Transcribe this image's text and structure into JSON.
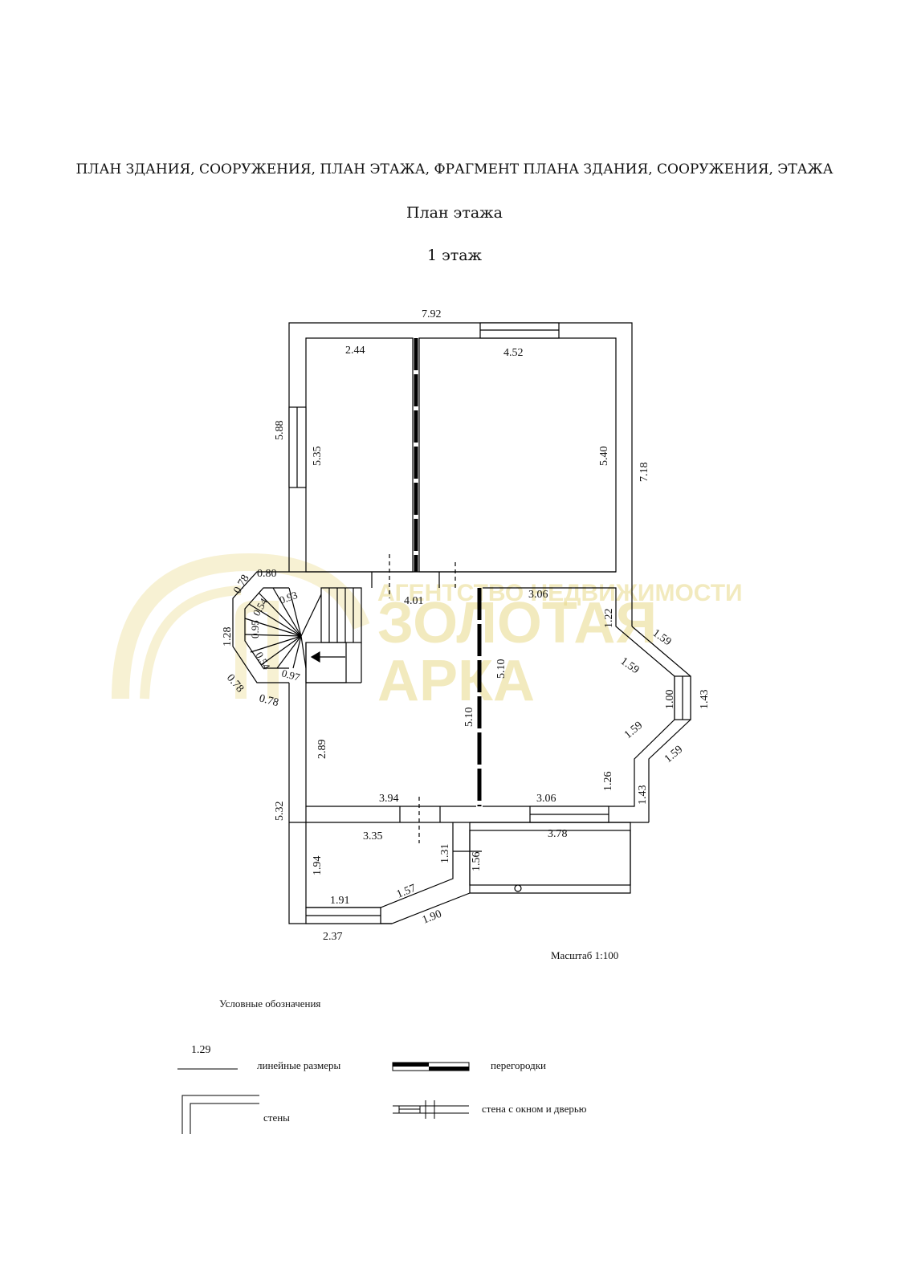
{
  "header": {
    "main_title": "ПЛАН ЗДАНИЯ, СООРУЖЕНИЯ, ПЛАН ЭТАЖА, ФРАГМЕНТ ПЛАНА ЗДАНИЯ, СООРУЖЕНИЯ, ЭТАЖА",
    "subtitle": "План этажа",
    "floor": "1 этаж"
  },
  "watermark": {
    "line1": "АГЕНТСТВО НЕДВИЖИМОСТИ",
    "line2": "ЗОЛОТАЯ",
    "line3": "АРКА",
    "color": "#e8d98a"
  },
  "dimensions": {
    "d_792": "7.92",
    "d_244": "2.44",
    "d_452": "4.52",
    "d_588": "5.88",
    "d_535": "5.35",
    "d_540": "5.40",
    "d_718": "7.18",
    "d_080": "0.80",
    "d_078a": "0.78",
    "d_093": "0.93",
    "d_054a": "0.54",
    "d_095": "0.95",
    "d_128": "1.28",
    "d_054b": "0.54",
    "d_097": "0.97",
    "d_078b": "0.78",
    "d_078c": "0.78",
    "d_401": "4.01",
    "d_306a": "3.06",
    "d_122": "1.22",
    "d_159a": "1.59",
    "d_159b": "1.59",
    "d_510a": "5.10",
    "d_510b": "5.10",
    "d_100": "1.00",
    "d_143a": "1.43",
    "d_159c": "1.59",
    "d_159d": "1.59",
    "d_289": "2.89",
    "d_126": "1.26",
    "d_532": "5.32",
    "d_394": "3.94",
    "d_306b": "3.06",
    "d_143b": "1.43",
    "d_335": "3.35",
    "d_131": "1.31",
    "d_156": "1.56",
    "d_378": "3.78",
    "d_194": "1.94",
    "d_157": "1.57",
    "d_191": "1.91",
    "d_190": "1.90",
    "d_237": "2.37"
  },
  "scale": "Масштаб 1:100",
  "legend": {
    "title": "Условные обозначения",
    "sample_value": "1.29",
    "linear": "линейные размеры",
    "partitions": "перегородки",
    "walls": "стены",
    "wall_window_door": "стена с окном и дверью"
  }
}
